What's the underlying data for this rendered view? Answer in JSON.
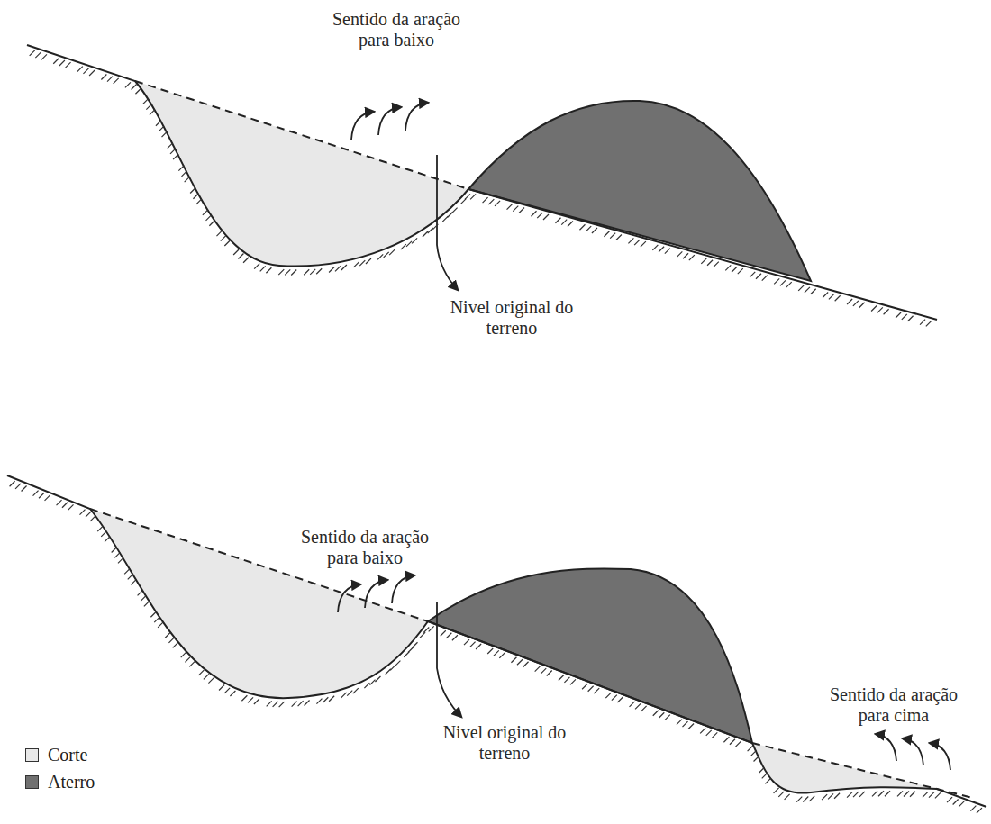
{
  "diagram": {
    "labels": [
      "Sentido da aração para baixo",
      "Nivel original do terreno",
      "Sentido da aração para baixo",
      "Nivel original do terreno",
      "Sentido da aração para cima"
    ],
    "legend": [
      {
        "text": "Corte",
        "color": "#e8e8e8"
      },
      {
        "text": "Aterro",
        "color": "#707070"
      }
    ]
  }
}
